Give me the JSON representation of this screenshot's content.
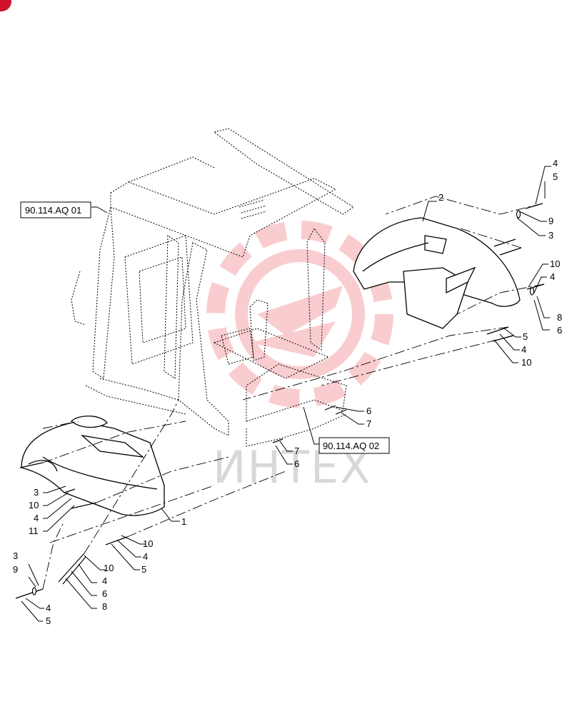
{
  "badge_color": "#d0112b",
  "watermark": {
    "text": "ИНТЕХ",
    "color": "#e8202a"
  },
  "refs": [
    {
      "id": "ref-aq01",
      "text": "90.114.AQ 01"
    },
    {
      "id": "ref-aq02",
      "text": "90.114.AQ 02"
    }
  ],
  "callouts": [
    {
      "id": "c1",
      "text": "1"
    },
    {
      "id": "c2",
      "text": "2"
    },
    {
      "id": "c3",
      "text": "4"
    },
    {
      "id": "c4",
      "text": "5"
    },
    {
      "id": "c5",
      "text": "9"
    },
    {
      "id": "c6",
      "text": "3"
    },
    {
      "id": "c7",
      "text": "10"
    },
    {
      "id": "c8",
      "text": "4"
    },
    {
      "id": "c9",
      "text": "8"
    },
    {
      "id": "c10",
      "text": "6"
    },
    {
      "id": "c11",
      "text": "5"
    },
    {
      "id": "c12",
      "text": "4"
    },
    {
      "id": "c13",
      "text": "10"
    },
    {
      "id": "c14",
      "text": "6"
    },
    {
      "id": "c15",
      "text": "7"
    },
    {
      "id": "c16",
      "text": "7"
    },
    {
      "id": "c17",
      "text": "6"
    },
    {
      "id": "c18",
      "text": "3"
    },
    {
      "id": "c19",
      "text": "10"
    },
    {
      "id": "c20",
      "text": "4"
    },
    {
      "id": "c21",
      "text": "11"
    },
    {
      "id": "c22",
      "text": "10"
    },
    {
      "id": "c23",
      "text": "4"
    },
    {
      "id": "c24",
      "text": "5"
    },
    {
      "id": "c25",
      "text": "10"
    },
    {
      "id": "c26",
      "text": "4"
    },
    {
      "id": "c27",
      "text": "6"
    },
    {
      "id": "c28",
      "text": "8"
    },
    {
      "id": "c29",
      "text": "3"
    },
    {
      "id": "c30",
      "text": "9"
    },
    {
      "id": "c31",
      "text": "4"
    },
    {
      "id": "c32",
      "text": "5"
    }
  ]
}
